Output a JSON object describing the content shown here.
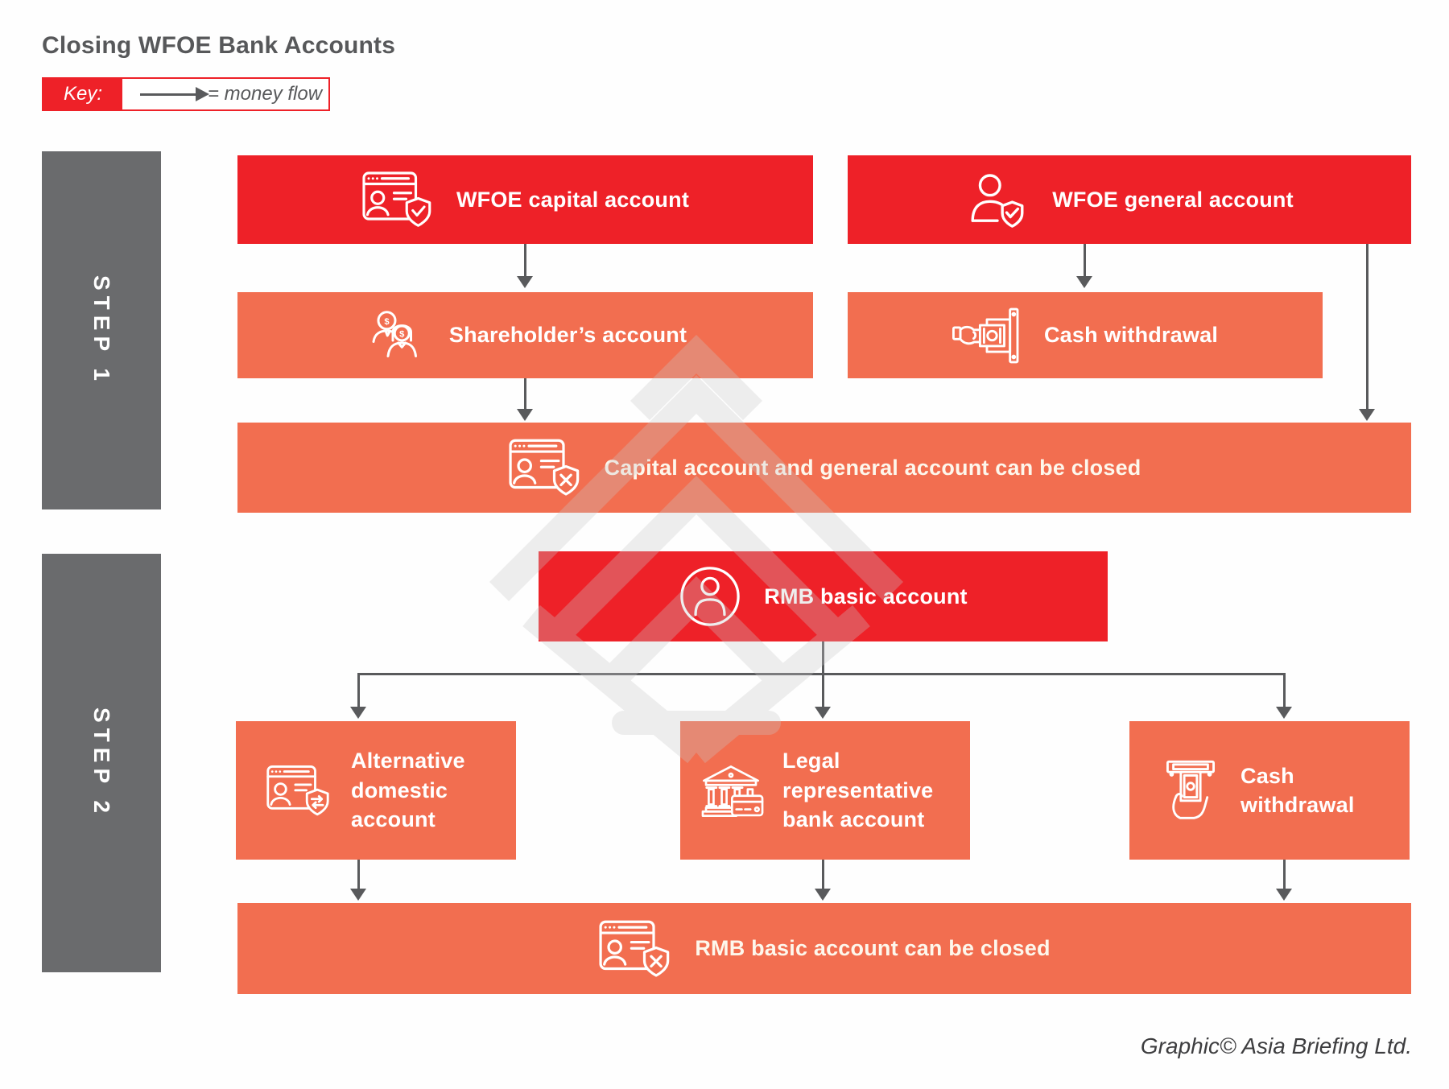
{
  "title": "Closing WFOE Bank Accounts",
  "key": {
    "label": "Key:",
    "meaning": "= money flow"
  },
  "steps": [
    {
      "label": "STEP 1"
    },
    {
      "label": "STEP 2"
    }
  ],
  "step1": {
    "capital": "WFOE capital account",
    "general": "WFOE general account",
    "shareholder": "Shareholder’s account",
    "cash": "Cash withdrawal",
    "closed": "Capital account and general account can be closed"
  },
  "step2": {
    "rmb": "RMB basic account",
    "alternative": "Alternative domestic account",
    "legal": "Legal representative bank account",
    "cash": "Cash withdrawal",
    "closed": "RMB basic account can be closed"
  },
  "footer": "Graphic© Asia Briefing Ltd.",
  "icons": {
    "capital": "browser-user-shield-check-icon",
    "general": "user-shield-check-icon",
    "shareholder": "two-persons-dollar-icon",
    "cash_step1": "hand-cash-atm-icon",
    "closed_step1": "browser-user-shield-x-icon",
    "rmb": "user-circle-icon",
    "alternative": "browser-user-shield-transfer-icon",
    "legal": "bank-card-icon",
    "cash_step2": "atm-slot-hand-icon",
    "closed_step2": "browser-user-shield-x-icon",
    "key_arrow": "money-flow-arrow-icon"
  },
  "colors": {
    "red": "#ee2128",
    "orange": "#f26e50",
    "step_bar_gray": "#6a6b6d",
    "arrow_gray": "#595a5c",
    "title_gray": "#57585a"
  }
}
